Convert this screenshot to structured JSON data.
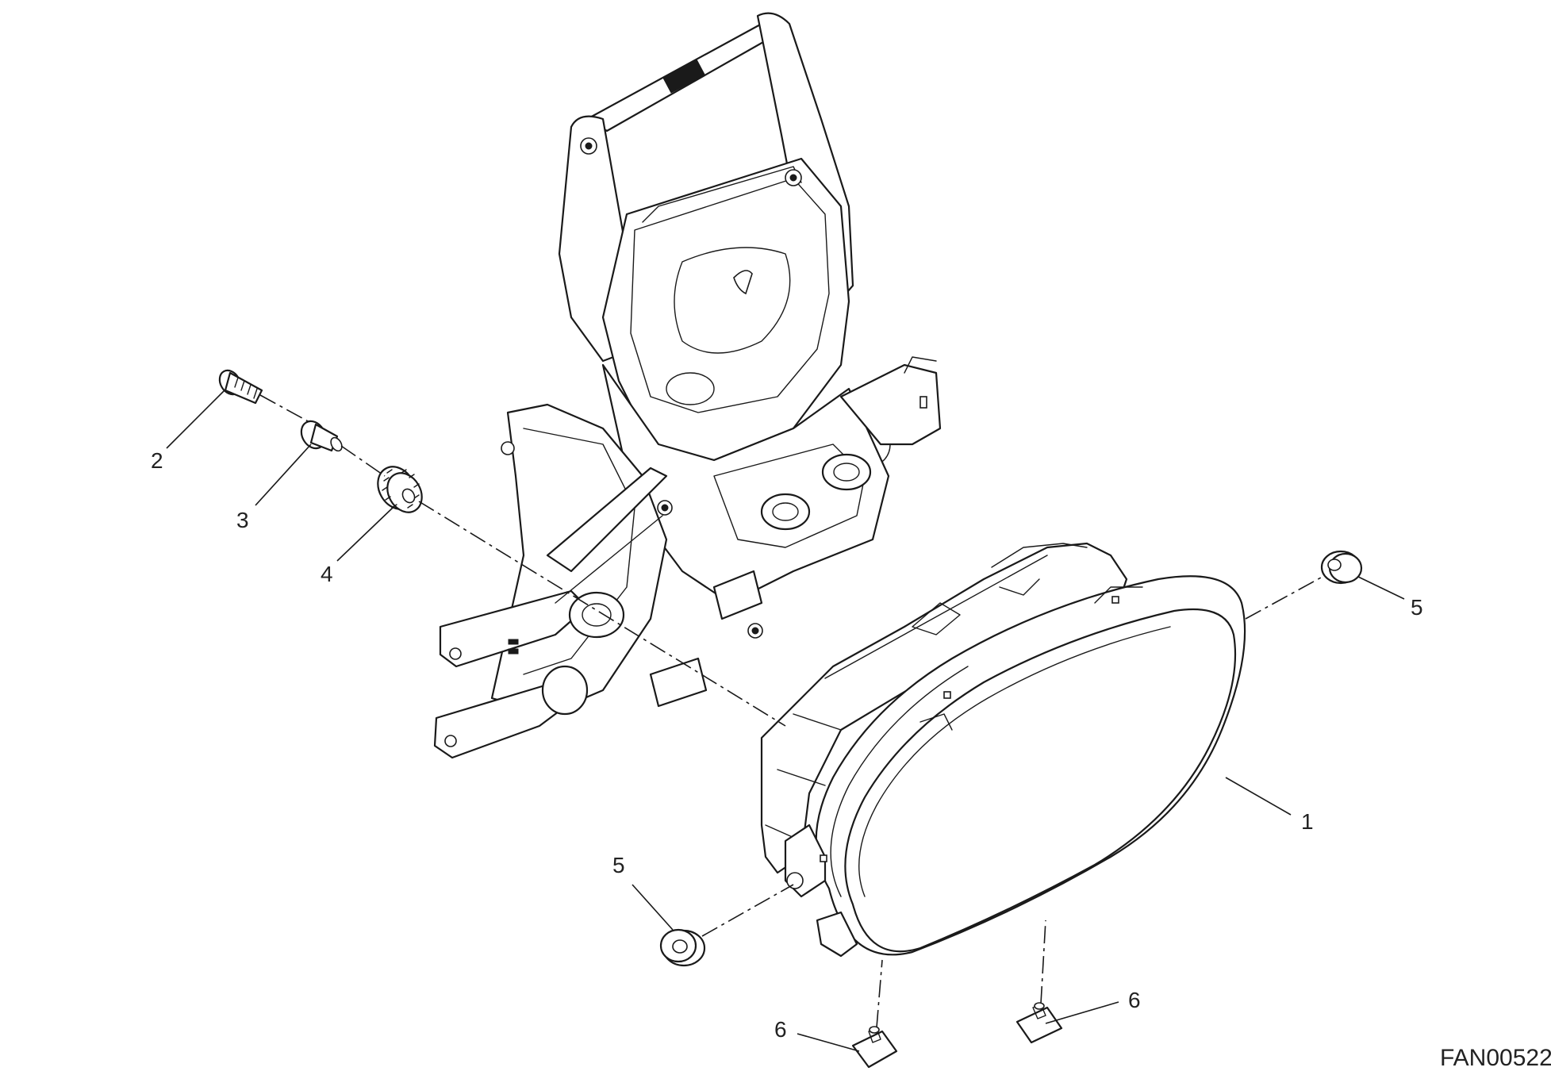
{
  "drawing_code": "FAN00522",
  "callouts": [
    {
      "id": "callout-1",
      "label": "1"
    },
    {
      "id": "callout-2",
      "label": "2"
    },
    {
      "id": "callout-3",
      "label": "3"
    },
    {
      "id": "callout-4",
      "label": "4"
    },
    {
      "id": "callout-5a",
      "label": "5"
    },
    {
      "id": "callout-5b",
      "label": "5"
    },
    {
      "id": "callout-6a",
      "label": "6"
    },
    {
      "id": "callout-6b",
      "label": "6"
    }
  ]
}
